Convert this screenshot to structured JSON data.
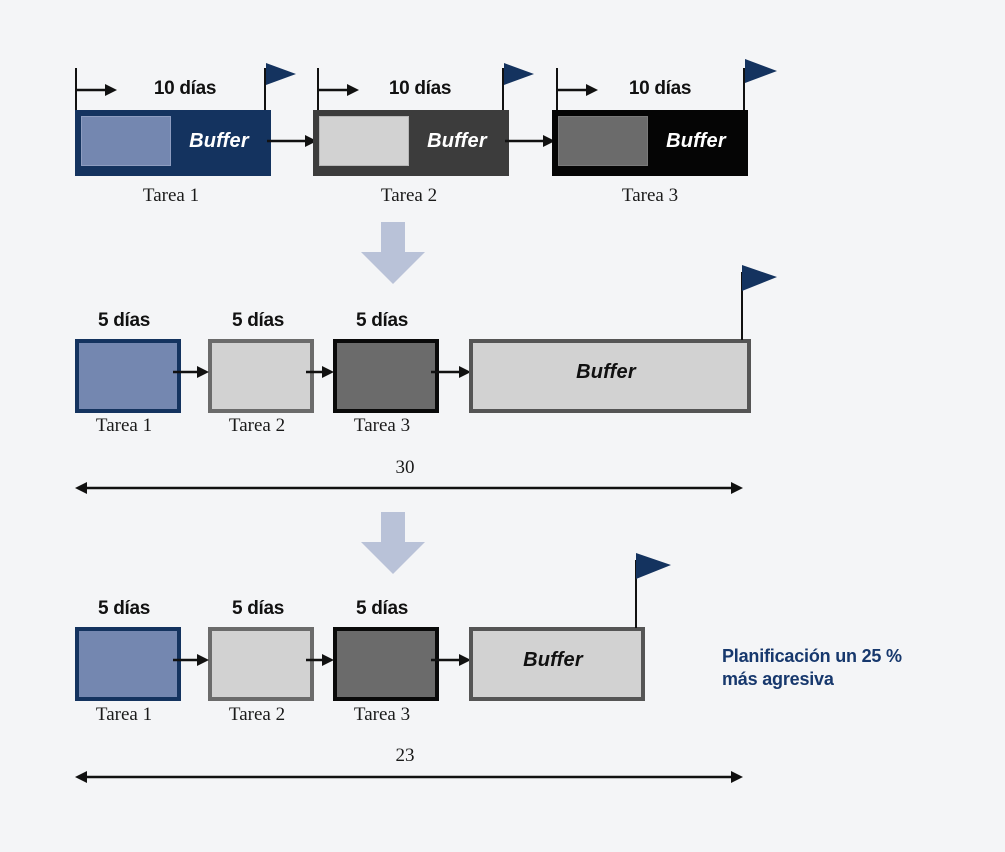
{
  "diagram": {
    "background_color": "#f4f5f7",
    "accent_navy": "#14335f",
    "accent_blue_fill": "#7487b0",
    "light_gray": "#d2d2d2",
    "medium_gray": "#6b6b6b",
    "dark_gray": "#3c3c3c",
    "black": "#050505",
    "arrow_gray_blue": "#b9c2d8"
  },
  "row_top": {
    "tasks": [
      {
        "days_label": "10 días",
        "buffer_label": "Buffer",
        "task_label": "Tarea 1",
        "fill": "#7487b0",
        "buffer_fill": "#14335f"
      },
      {
        "days_label": "10 días",
        "buffer_label": "Buffer",
        "task_label": "Tarea 2",
        "fill": "#d2d2d2",
        "buffer_fill": "#3c3c3c"
      },
      {
        "days_label": "10 días",
        "buffer_label": "Buffer",
        "task_label": "Tarea 3",
        "fill": "#6b6b6b",
        "buffer_fill": "#050505"
      }
    ]
  },
  "row_middle": {
    "tasks": [
      {
        "days_label": "5 días",
        "task_label": "Tarea 1",
        "fill": "#7487b0"
      },
      {
        "days_label": "5 días",
        "task_label": "Tarea 2",
        "fill": "#d2d2d2"
      },
      {
        "days_label": "5 días",
        "task_label": "Tarea 3",
        "fill": "#6b6b6b"
      }
    ],
    "buffer_label": "Buffer",
    "duration_label": "30"
  },
  "row_bottom": {
    "tasks": [
      {
        "days_label": "5 días",
        "task_label": "Tarea 1",
        "fill": "#7487b0"
      },
      {
        "days_label": "5 días",
        "task_label": "Tarea 2",
        "fill": "#d2d2d2"
      },
      {
        "days_label": "5 días",
        "task_label": "Tarea 3",
        "fill": "#6b6b6b"
      }
    ],
    "buffer_label": "Buffer",
    "duration_label": "23",
    "annotation": "Planificación un 25 %\nmás agresiva"
  }
}
